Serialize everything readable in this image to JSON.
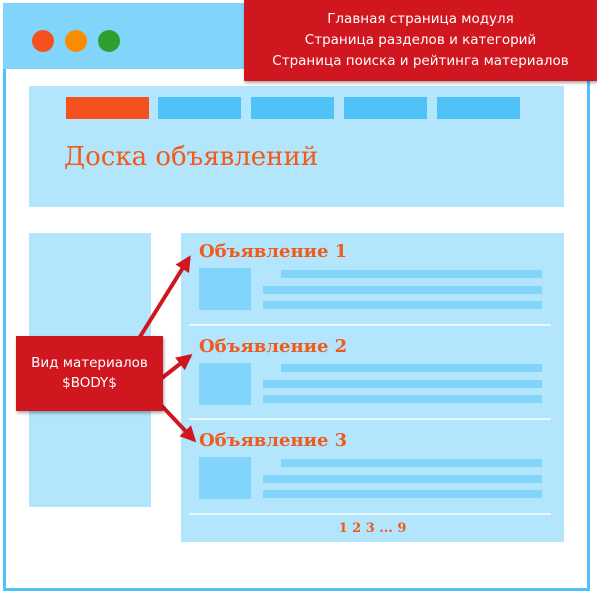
{
  "callout_top": {
    "lines": [
      "Главная страница модуля",
      "Страница разделов и категорий",
      "Страница поиска и рейтинга материалов"
    ]
  },
  "callout_left": {
    "lines": [
      "Вид материалов",
      "$BODY$"
    ]
  },
  "site": {
    "title": "Доска объявлений",
    "nav_tabs": [
      {
        "color": "#f4511e"
      },
      {
        "color": "#4fc3f7"
      },
      {
        "color": "#4fc3f7"
      },
      {
        "color": "#4fc3f7"
      },
      {
        "color": "#4fc3f7"
      }
    ]
  },
  "ads": [
    {
      "title": "Объявление 1"
    },
    {
      "title": "Объявление 2"
    },
    {
      "title": "Объявление 3"
    }
  ],
  "pagination": "1 2 3 ... 9",
  "colors": {
    "accent_orange": "#f05a1a",
    "callout_red": "#d0171f",
    "block_light_blue": "#b3e5fc",
    "element_blue": "#81d4fa",
    "frame_blue": "#4fc3f7"
  }
}
